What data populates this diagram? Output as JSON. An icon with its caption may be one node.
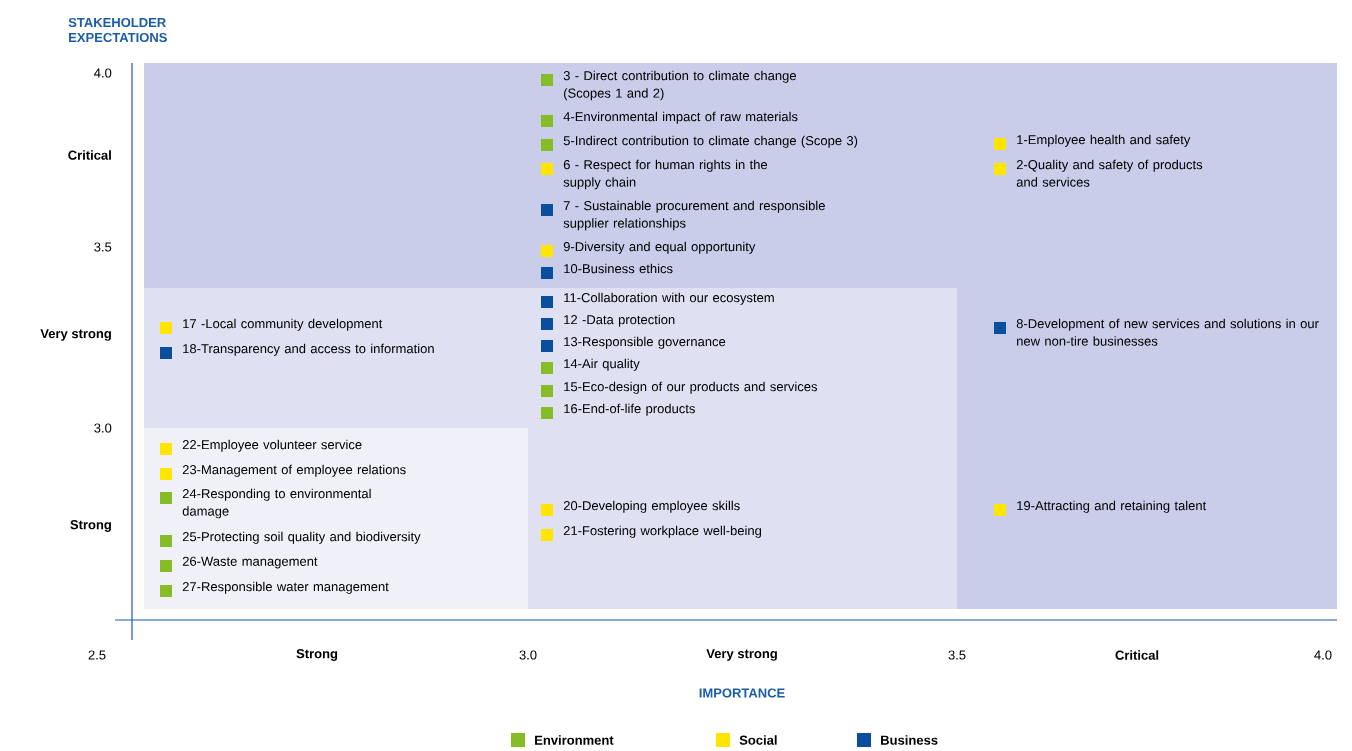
{
  "diagram": {
    "nodes": [
      {
        "text": [],
        "shape": "box"
      },
      {
        "text": [
          "3 - Direct contribution to climate change (Scopes 1 and 2)",
          "4-Environmental impact of raw materials",
          "5-Indirect contribution to climate change (Scope 3)",
          "6 - Respect for human rights in the supply chain",
          "7 - Sustainable procurement and responsible supplier relationships",
          "9-Diversity and equal opportunity",
          "10-Business ethics"
        ]
      },
      {
        "text": [
          "1-Employee health and safety",
          "2-Quality and safety of products and services"
        ]
      },
      {
        "text": [
          "17 -Local community development",
          "18-Transparency and access to information"
        ]
      },
      {
        "text": [
          "11-Collaboration with our ecosystem",
          "12 -Data protection",
          "13-Responsible governance",
          "14-Air quality",
          "15-Eco-design of our products and services",
          "16-End-of-life products"
        ]
      },
      {
        "text": [
          "8-Development of new services and solutions in our new non-tire businesses"
        ]
      },
      {
        "text": [
          "22-Employee volunteer service",
          "23-Management of employee relations",
          "24-Responding to environmental damage",
          "25-Protecting soil quality and biodiversity",
          "26-Waste management",
          "27-Responsible water management"
        ]
      },
      {
        "text": [
          "20-Developing employee skills",
          "21-Fostering workplace well-being"
        ]
      },
      {
        "text": [
          "19-Attracting and retaining talent"
        ]
      }
    ],
    "labels": [
      "STAKEHOLDER EXPECTATIONS",
      "4.0",
      "Critical",
      "3.5",
      "Very strong",
      "3.0",
      "Strong",
      "2.5",
      "Strong",
      "3.0",
      "Very strong",
      "3.5",
      "Critical",
      "4.0",
      "IMPORTANCE"
    ],
    "legend": [
      {
        "text": "Environment",
        "color": "#86bc25"
      },
      {
        "text": "Social",
        "color": "#ffe500"
      },
      {
        "text": "Business",
        "color": "#0a4f9e"
      }
    ]
  }
}
